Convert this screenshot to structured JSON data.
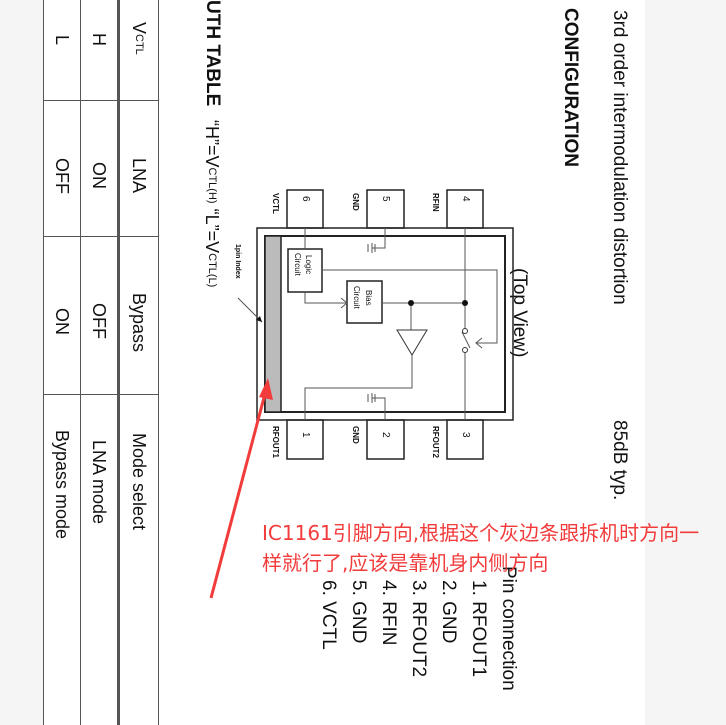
{
  "header": {
    "section_title": "CONFIGURATION",
    "feature": "3rd order intermodulation distortion",
    "feature_value": "85dB typ."
  },
  "diagram": {
    "view_label": "(Top View)",
    "pin_index_label": "1pin Index",
    "logic_label": [
      "Logic",
      "Circuit"
    ],
    "bias_label": [
      "Bias",
      "Circuit"
    ],
    "pins": [
      {
        "num": "1",
        "name": "RFOUT1"
      },
      {
        "num": "2",
        "name": "GND"
      },
      {
        "num": "3",
        "name": "RFOUT2"
      },
      {
        "num": "4",
        "name": "RFIN"
      },
      {
        "num": "5",
        "name": "GND"
      },
      {
        "num": "6",
        "name": "VCTL"
      }
    ]
  },
  "pin_connection": {
    "title": "Pin connection",
    "items": [
      "1. RFOUT1",
      "2. GND",
      "3. RFOUT2",
      "4. RFIN",
      "5. GND",
      "6. VCTL"
    ]
  },
  "truth_table": {
    "title": "UTH TABLE",
    "legend_h": "“H”=V",
    "legend_h_sub": "CTL(H)",
    "legend_l": "“L”=V",
    "legend_l_sub": "CTL(L)",
    "headers": {
      "vctl": "V",
      "vctl_sub": "CTL",
      "lna": "LNA",
      "bypass": "Bypass",
      "mode": "Mode select"
    },
    "rows": [
      {
        "vctl": "H",
        "lna": "ON",
        "bypass": "OFF",
        "mode": "LNA mode"
      },
      {
        "vctl": "L",
        "lna": "OFF",
        "bypass": "ON",
        "mode": "Bypass mode"
      }
    ]
  },
  "annotation": {
    "text": "IC1161引脚方向,根据这个灰边条跟拆机时方向一样就行了,应该是靠机身内侧方向",
    "color": "#f23b3b"
  }
}
